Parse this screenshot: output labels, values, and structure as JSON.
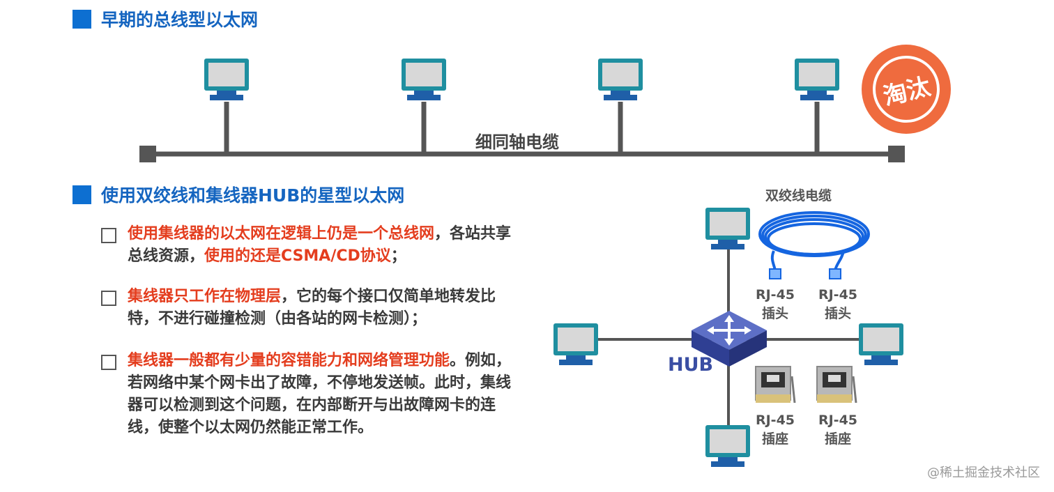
{
  "section1": {
    "title": "早期的总线型以太网",
    "cable_label": "细同轴电缆",
    "badge": "淘汰"
  },
  "section2": {
    "title": "使用双绞线和集线器HUB的星型以太网",
    "bullets": [
      {
        "red": "使用集线器的以太网在逻辑上仍是一个总线网",
        "normal": "，各站共享总线资源，",
        "red2": "使用的还是CSMA/CD协议",
        "tail": "；"
      },
      {
        "red": "集线器只工作在物理层",
        "normal": "，它的每个接口仅简单地转发比特，不进行碰撞检测（由各站的网卡检测）；"
      },
      {
        "red": "集线器一般都有少量的容错能力和网络管理功能",
        "normal": "。例如，若网络中某个网卡出了故障，不停地发送帧。此时，集线器可以检测到这个问题，在内部断开与出故障网卡的连线，使整个以太网仍然能正常工作。"
      }
    ],
    "hub_label": "HUB",
    "cable_title": "双绞线电缆",
    "plug_labels": [
      "RJ-45\n插头",
      "RJ-45\n插头"
    ],
    "socket_labels": [
      "RJ-45\n插座",
      "RJ-45\n插座"
    ]
  },
  "watermark": "@稀土掘金技术社区",
  "colors": {
    "heading": "#1565c0",
    "accent_red": "#e43d1e",
    "monitor_frame": "#1f8fa0",
    "monitor_base": "#1f5fa8",
    "badge": "#ef6b3e",
    "hub": "#3a4ea3",
    "cable_blue": "#1565e0"
  }
}
